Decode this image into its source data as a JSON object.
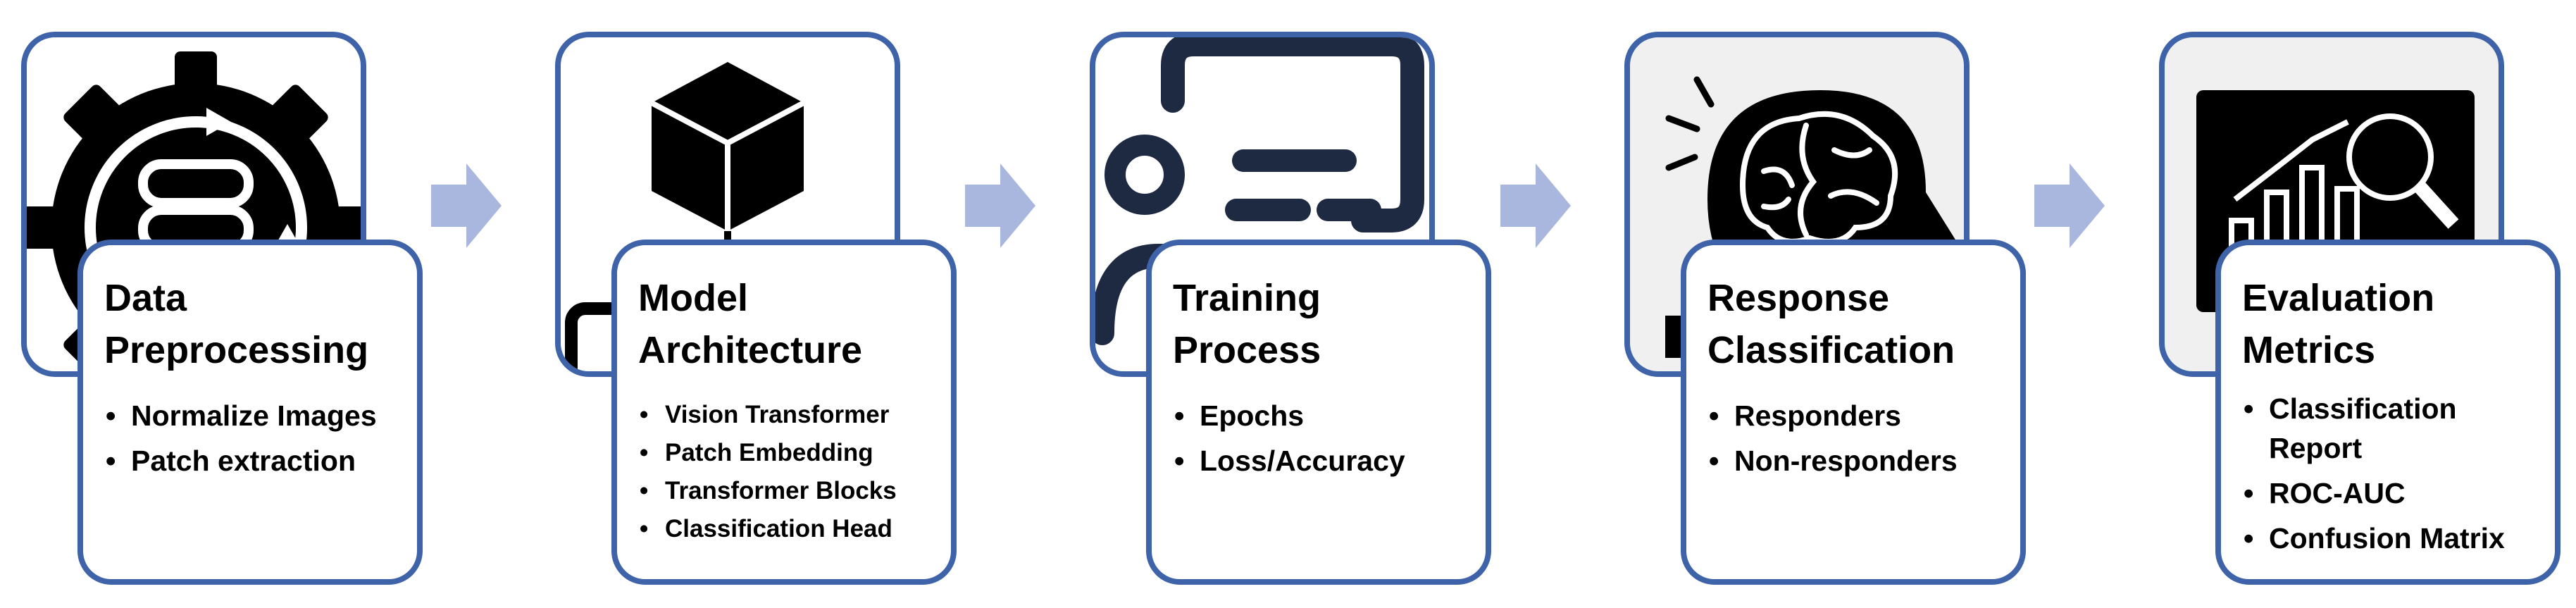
{
  "colors": {
    "border": "#3f63a8",
    "arrow": "#a9b7de",
    "icon": "#000000",
    "training_icon": "#1e2a42",
    "muted_panel": "#f0f0f0"
  },
  "steps": [
    {
      "icon": "gear-database-icon",
      "title_line1": "Data",
      "title_line2": "Preprocessing",
      "bullets": [
        "Normalize Images",
        "Patch extraction"
      ]
    },
    {
      "icon": "cube-network-icon",
      "title_line1": "Model",
      "title_line2": "Architecture",
      "bullets": [
        "Vision Transformer",
        "Patch Embedding",
        "Transformer Blocks",
        "Classification Head"
      ]
    },
    {
      "icon": "training-checklist-icon",
      "title_line1": "Training",
      "title_line2": "Process",
      "bullets": [
        "Epochs",
        "Loss/Accuracy"
      ]
    },
    {
      "icon": "brain-head-icon",
      "title_line1": "Response",
      "title_line2": "Classification",
      "bullets": [
        "Responders",
        "Non-responders"
      ]
    },
    {
      "icon": "chart-magnifier-icon",
      "title_line1": "Evaluation",
      "title_line2": "Metrics",
      "bullets_wrapped": [
        {
          "line1": "Classification",
          "line2": "Report"
        },
        {
          "line1": "ROC-AUC",
          "line2": ""
        },
        {
          "line1": "Confusion Matrix",
          "line2": ""
        }
      ]
    }
  ]
}
